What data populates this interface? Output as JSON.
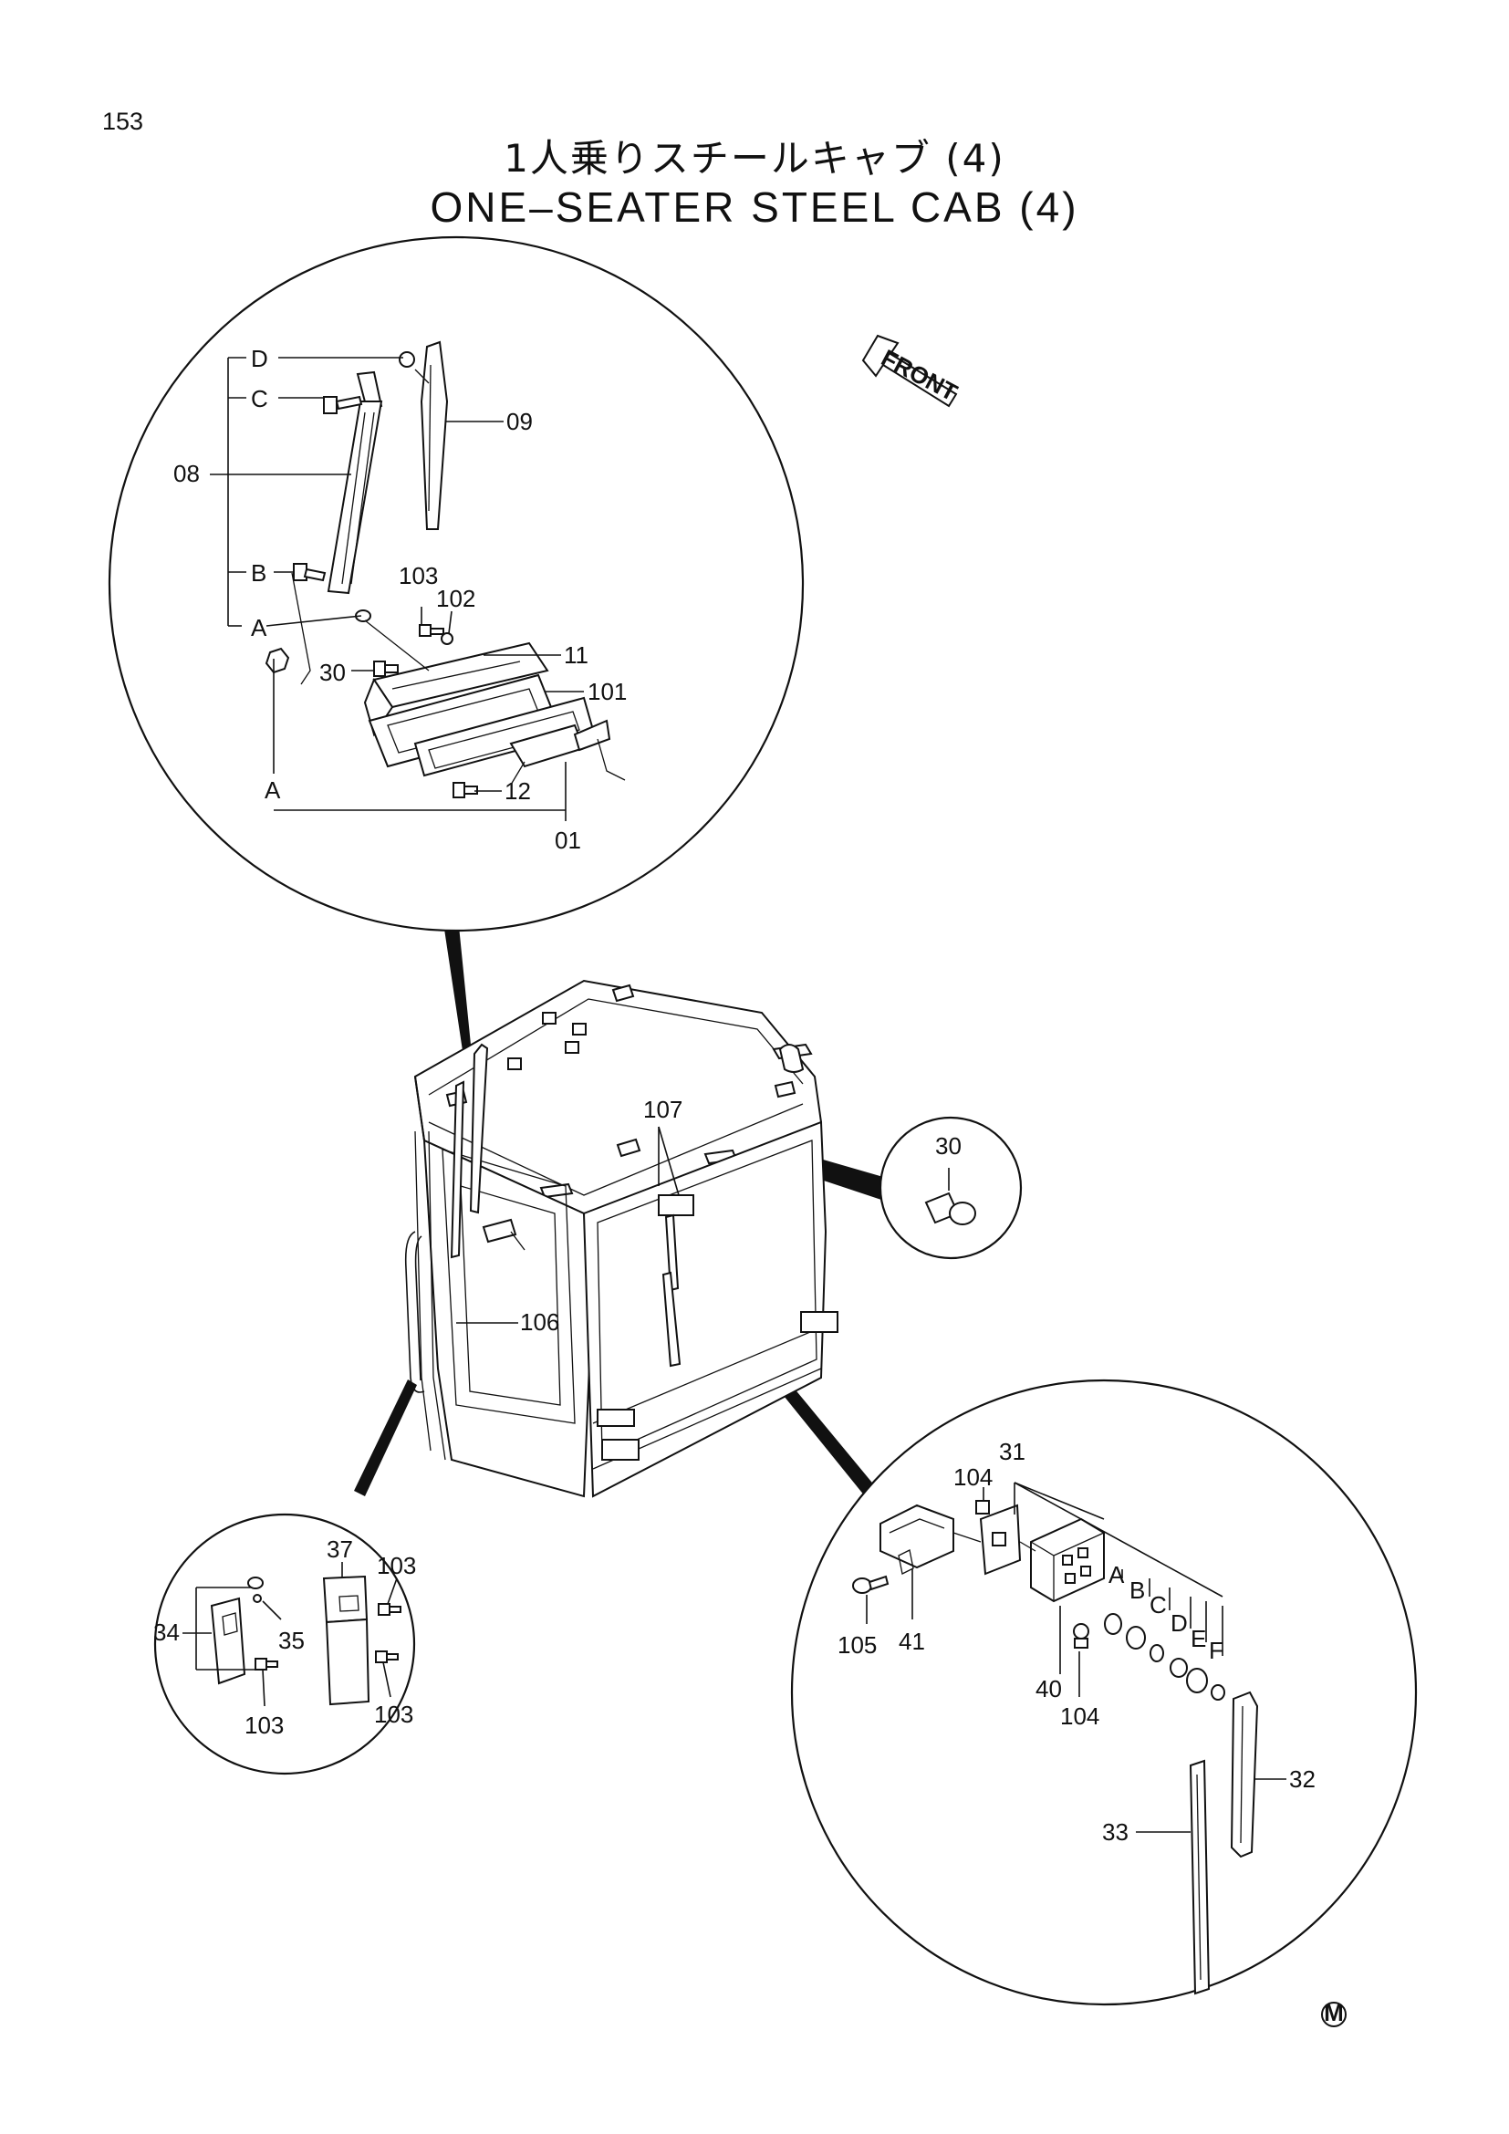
{
  "page_number": "153",
  "title_ja": "1人乗りスチールキャブ (4)",
  "title_en": "ONE–SEATER  STEEL  CAB  (4)",
  "front_label": "FRONT",
  "corner_mark": "M",
  "callouts": {
    "top_detail": [
      "D",
      "C",
      "08",
      "B",
      "A",
      "A",
      "09",
      "103",
      "102",
      "11",
      "30",
      "101",
      "12",
      "01"
    ],
    "mid_detail": [
      "30"
    ],
    "main": [
      "107",
      "106"
    ],
    "left_detail": [
      "37",
      "103",
      "34",
      "35",
      "103",
      "103"
    ],
    "right_detail": [
      "104",
      "31",
      "A",
      "B",
      "C",
      "D",
      "E",
      "F",
      "105",
      "41",
      "40",
      "104",
      "32",
      "33"
    ]
  }
}
